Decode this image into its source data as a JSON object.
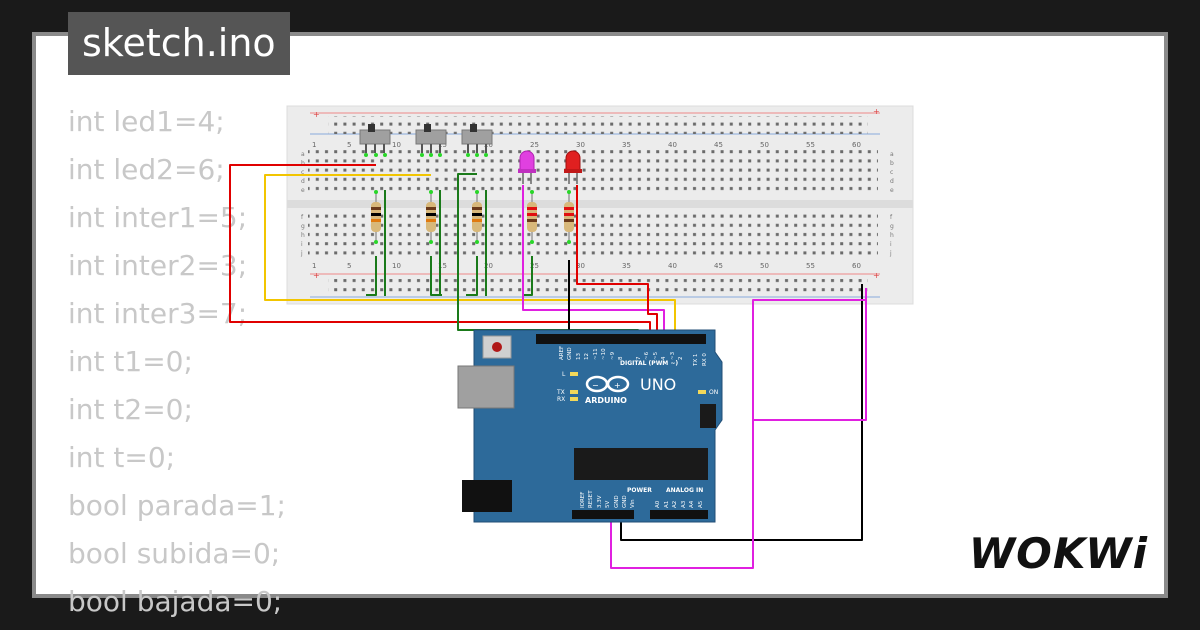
{
  "file_tab": {
    "label": "sketch.ino"
  },
  "code_lines": [
    "int led1=4;",
    "int led2=6;",
    "int inter1=5;",
    "int inter2=3;",
    "int inter3=7;",
    "int t1=0;",
    "int t2=0;",
    "int t=0;",
    "bool parada=1;",
    "bool subida=0;",
    "bool bajada=0;"
  ],
  "breadboard": {
    "column_numbers": [
      "1",
      "5",
      "10",
      "15",
      "20",
      "25",
      "30",
      "35",
      "40",
      "45",
      "50",
      "55",
      "60"
    ],
    "row_letters_top": [
      "a",
      "b",
      "c",
      "d",
      "e"
    ],
    "row_letters_bottom": [
      "f",
      "g",
      "h",
      "i",
      "j"
    ]
  },
  "arduino": {
    "brand": "ARDUINO",
    "model": "UNO",
    "header_top_label": "DIGITAL (PWM ~)",
    "header_top_pins": [
      "AREF",
      "GND",
      "13",
      "12",
      "~11",
      "~10",
      "~9",
      "8",
      "7",
      "~6",
      "~5",
      "4",
      "~3",
      "2",
      "TX 1",
      "RX 0"
    ],
    "power_label": "POWER",
    "analog_label": "ANALOG IN",
    "power_pins": [
      "IOREF",
      "RESET",
      "3.3V",
      "5V",
      "GND",
      "GND",
      "Vin"
    ],
    "analog_pins": [
      "A0",
      "A1",
      "A2",
      "A3",
      "A4",
      "A5"
    ],
    "led_labels": [
      "L",
      "TX",
      "RX",
      "ON"
    ]
  },
  "brand_logo": {
    "text": "WOKWi"
  },
  "colors": {
    "wire_red": "#e00000",
    "wire_yellow": "#f2c500",
    "wire_green": "#1a7a1a",
    "wire_black": "#000000",
    "wire_magenta": "#e020e0",
    "led_pink": "#e040e0",
    "led_red": "#e02020",
    "board_blue": "#2d6a9a"
  }
}
